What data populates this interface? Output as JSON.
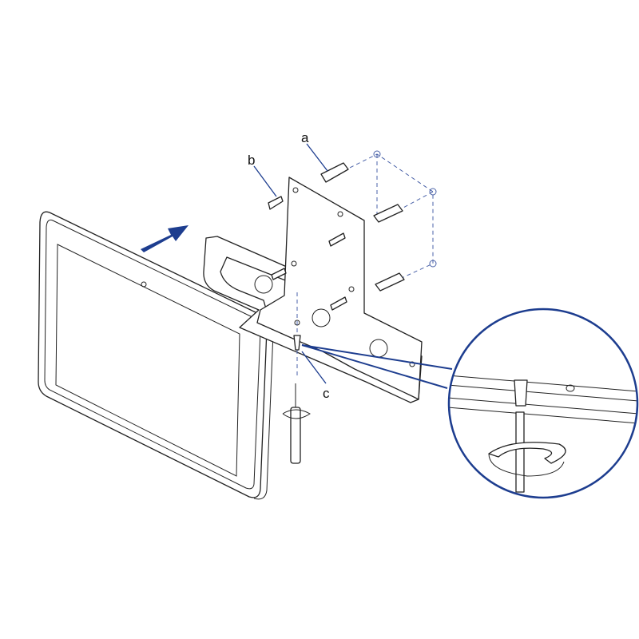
{
  "diagram": {
    "labels": {
      "a": "a",
      "b": "b",
      "c": "c"
    },
    "colors": {
      "accent": "#1d3d8f",
      "line": "#222222",
      "dashed": "#4a62a8"
    }
  }
}
